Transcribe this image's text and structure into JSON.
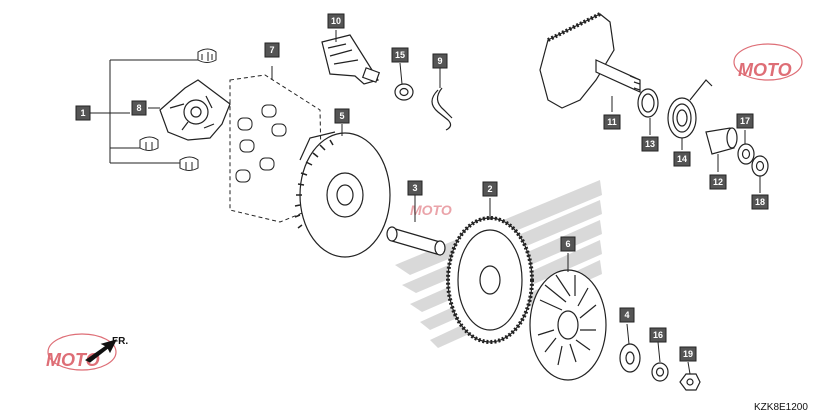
{
  "diagram_code": "KZK8E1200",
  "direction_label": "FR.",
  "watermark_text": "MOTO",
  "colors": {
    "label_box": "#555555",
    "ink": "#222222",
    "watermark": "#cfcfcf",
    "logo_red": "#d64a55"
  },
  "parts": [
    {
      "id": "part-1",
      "label": "1"
    },
    {
      "id": "part-2",
      "label": "2"
    },
    {
      "id": "part-3",
      "label": "3"
    },
    {
      "id": "part-4",
      "label": "4"
    },
    {
      "id": "part-5",
      "label": "5"
    },
    {
      "id": "part-6",
      "label": "6"
    },
    {
      "id": "part-7",
      "label": "7"
    },
    {
      "id": "part-8",
      "label": "8"
    },
    {
      "id": "part-9",
      "label": "9"
    },
    {
      "id": "part-10",
      "label": "10"
    },
    {
      "id": "part-11",
      "label": "11"
    },
    {
      "id": "part-12",
      "label": "12"
    },
    {
      "id": "part-13",
      "label": "13"
    },
    {
      "id": "part-14",
      "label": "14"
    },
    {
      "id": "part-15",
      "label": "15"
    },
    {
      "id": "part-16",
      "label": "16"
    },
    {
      "id": "part-17",
      "label": "17"
    },
    {
      "id": "part-18",
      "label": "18"
    },
    {
      "id": "part-19",
      "label": "19"
    }
  ]
}
